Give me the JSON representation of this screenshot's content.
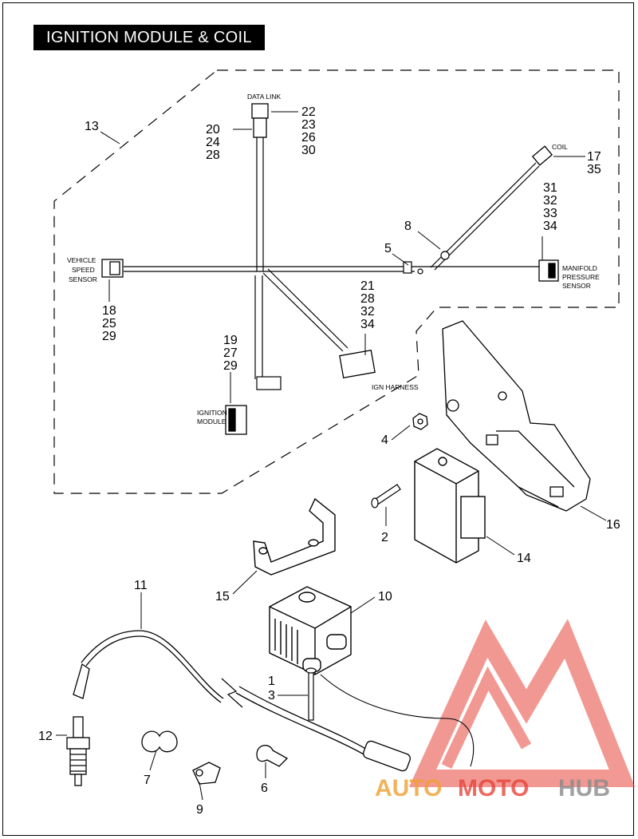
{
  "title": "IGNITION MODULE & COIL",
  "labels": {
    "data_link": "DATA LINK",
    "coil": "COIL",
    "vss1": "VEHICLE",
    "vss2": "SPEED",
    "vss3": "SENSOR",
    "map1": "MANIFOLD",
    "map2": "PRESSURE",
    "map3": "SENSOR",
    "ign_harness": "IGN HARNESS",
    "ign_mod1": "IGNITION",
    "ign_mod2": "MODULE"
  },
  "callouts": {
    "c13": "13",
    "c22": "22",
    "c23": "23",
    "c26": "26",
    "c30": "30",
    "c20": "20",
    "c24": "24",
    "c28a": "28",
    "c17": "17",
    "c35": "35",
    "c31": "31",
    "c32a": "32",
    "c33": "33",
    "c34a": "34",
    "c8": "8",
    "c5": "5",
    "c18": "18",
    "c25": "25",
    "c29a": "29",
    "c21": "21",
    "c28b": "28",
    "c32b": "32",
    "c34b": "34",
    "c19": "19",
    "c27": "27",
    "c29b": "29",
    "c4": "4",
    "c16": "16",
    "c2": "2",
    "c14": "14",
    "c15": "15",
    "c10": "10",
    "c11": "11",
    "c1": "1",
    "c3": "3",
    "c12": "12",
    "c7": "7",
    "c9": "9",
    "c6": "6"
  },
  "watermark": {
    "part1": "AUTO",
    "part2": "MOTO",
    "part3": "HUB"
  },
  "colors": {
    "watermark_red": "#e8453c",
    "watermark_orange": "#f0a030",
    "watermark_gray": "#8a8a8a"
  }
}
